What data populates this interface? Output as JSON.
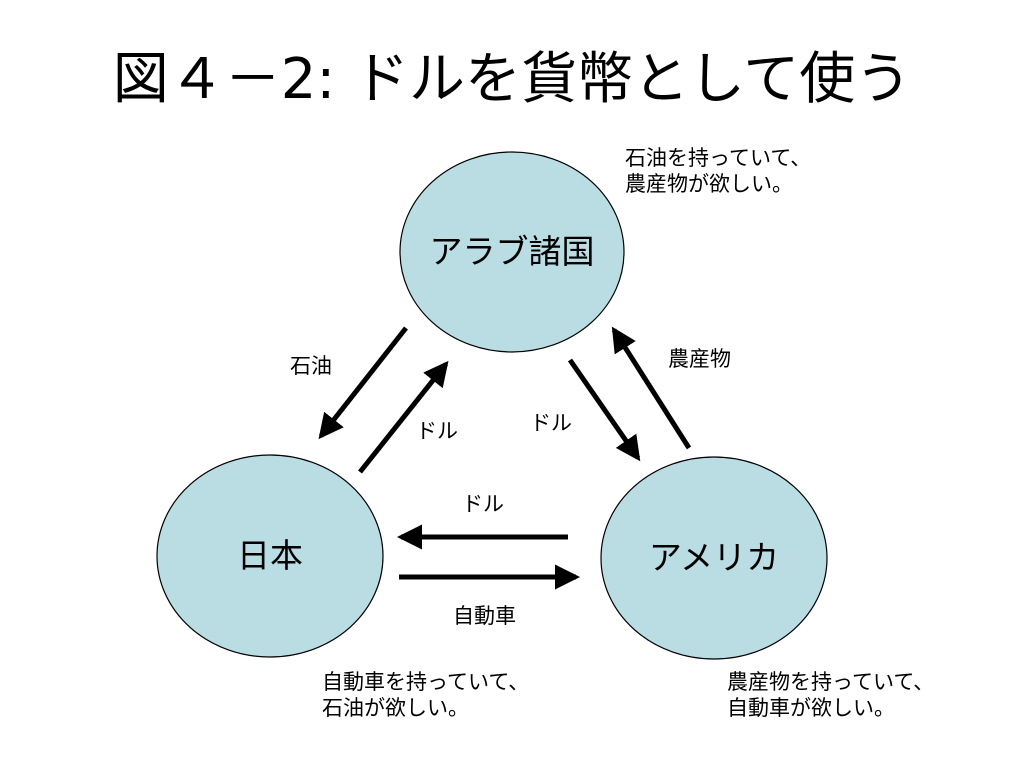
{
  "title": "図４－2:  ドルを貨幣として使う",
  "colors": {
    "node_fill": "#b9dde2",
    "node_stroke": "#000000",
    "arrow": "#000000"
  },
  "nodes": {
    "arab": {
      "label": "アラブ諸国"
    },
    "japan": {
      "label": "日本"
    },
    "america": {
      "label": "アメリカ"
    }
  },
  "flows": {
    "arab_to_japan": "石油",
    "japan_to_arab": "ドル",
    "arab_to_america": "ドル",
    "america_to_arab": "農産物",
    "america_to_japan": "ドル",
    "japan_to_america": "自動車"
  },
  "notes": {
    "arab": [
      "石油を持っていて、",
      "農産物が欲しい。"
    ],
    "japan": [
      "自動車を持っていて、",
      "石油が欲しい。"
    ],
    "america": [
      "農産物を持っていて、",
      "自動車が欲しい。"
    ]
  }
}
